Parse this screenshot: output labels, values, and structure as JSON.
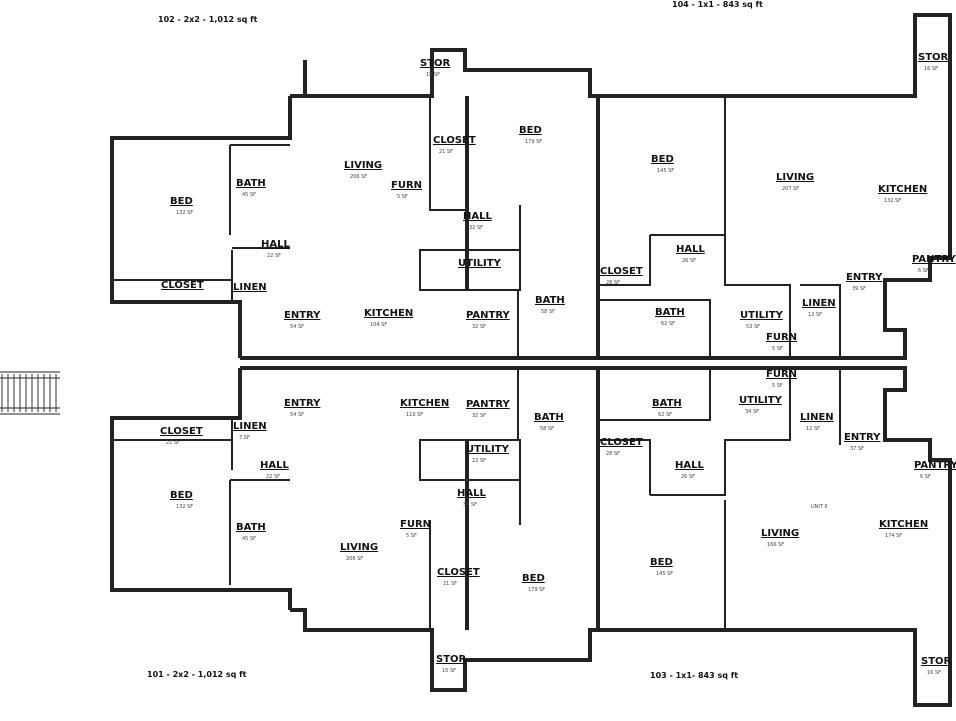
{
  "unit_titles": {
    "u102": "102 - 2x2 - 1,012 sq ft",
    "u104": "104 - 1x1 - 843 sq ft",
    "u101": "101 - 2x2 - 1,012 sq ft",
    "u103": "103 - 1x1- 843 sq ft"
  },
  "rooms": [
    {
      "id": "stor-102",
      "label": "STOR",
      "area": "15 SF"
    },
    {
      "id": "closet-102a",
      "label": "CLOSET",
      "area": "21 SF"
    },
    {
      "id": "bed-102a",
      "label": "BED",
      "area": "179 SF"
    },
    {
      "id": "living-102",
      "label": "LIVING",
      "area": "206 SF"
    },
    {
      "id": "furn-102",
      "label": "FURN",
      "area": "5 SF"
    },
    {
      "id": "bath-102a",
      "label": "BATH",
      "area": "45 SF"
    },
    {
      "id": "bed-102b",
      "label": "BED",
      "area": "132 SF"
    },
    {
      "id": "hall-102a",
      "label": "HALL",
      "area": "32 SF"
    },
    {
      "id": "hall-102b",
      "label": "HALL",
      "area": "22 SF"
    },
    {
      "id": "utility-102",
      "label": "UTILITY",
      "area": ""
    },
    {
      "id": "closet-102b",
      "label": "CLOSET",
      "area": ""
    },
    {
      "id": "linen-102",
      "label": "LINEN",
      "area": ""
    },
    {
      "id": "bath-102b",
      "label": "BATH",
      "area": "58 SF"
    },
    {
      "id": "entry-102",
      "label": "ENTRY",
      "area": "54 SF"
    },
    {
      "id": "kitchen-102",
      "label": "KITCHEN",
      "area": "104 SF"
    },
    {
      "id": "pantry-102",
      "label": "PANTRY",
      "area": "32 SF"
    },
    {
      "id": "stor-104",
      "label": "STOR",
      "area": "16 SF"
    },
    {
      "id": "bed-104",
      "label": "BED",
      "area": "145 SF"
    },
    {
      "id": "living-104",
      "label": "LIVING",
      "area": "207 SF"
    },
    {
      "id": "kitchen-104",
      "label": "KITCHEN",
      "area": "132 SF"
    },
    {
      "id": "hall-104",
      "label": "HALL",
      "area": "26 SF"
    },
    {
      "id": "closet-104",
      "label": "CLOSET",
      "area": "28 SF"
    },
    {
      "id": "pantry-104",
      "label": "PANTRY",
      "area": "6 SF"
    },
    {
      "id": "entry-104",
      "label": "ENTRY",
      "area": "39 SF"
    },
    {
      "id": "linen-104",
      "label": "LINEN",
      "area": "12 SF"
    },
    {
      "id": "bath-104",
      "label": "BATH",
      "area": "62 SF"
    },
    {
      "id": "utility-104",
      "label": "UTILITY",
      "area": "53 SF"
    },
    {
      "id": "furn-104",
      "label": "FURN",
      "area": "5 SF"
    },
    {
      "id": "entry-101",
      "label": "ENTRY",
      "area": "54 SF"
    },
    {
      "id": "kitchen-101",
      "label": "KITCHEN",
      "area": "110 SF"
    },
    {
      "id": "pantry-101",
      "label": "PANTRY",
      "area": "32 SF"
    },
    {
      "id": "bath-101a",
      "label": "BATH",
      "area": "58 SF"
    },
    {
      "id": "closet-101a",
      "label": "CLOSET",
      "area": "21 SF"
    },
    {
      "id": "linen-101",
      "label": "LINEN",
      "area": "7 SF"
    },
    {
      "id": "hall-101a",
      "label": "HALL",
      "area": "22 SF"
    },
    {
      "id": "bed-101a",
      "label": "BED",
      "area": "132 SF"
    },
    {
      "id": "bath-101b",
      "label": "BATH",
      "area": "45 SF"
    },
    {
      "id": "utility-101",
      "label": "UTILITY",
      "area": "22 SF"
    },
    {
      "id": "hall-101b",
      "label": "HALL",
      "area": "38 SF"
    },
    {
      "id": "furn-101",
      "label": "FURN",
      "area": "5 SF"
    },
    {
      "id": "living-101",
      "label": "LIVING",
      "area": "206 SF"
    },
    {
      "id": "closet-101b",
      "label": "CLOSET",
      "area": "21 SF"
    },
    {
      "id": "bed-101b",
      "label": "BED",
      "area": "179 SF"
    },
    {
      "id": "stor-101",
      "label": "STOR",
      "area": "15 SF"
    },
    {
      "id": "furn-103",
      "label": "FURN",
      "area": "5 SF"
    },
    {
      "id": "bath-103",
      "label": "BATH",
      "area": "62 SF"
    },
    {
      "id": "utility-103",
      "label": "UTILITY",
      "area": "34 SF"
    },
    {
      "id": "linen-103",
      "label": "LINEN",
      "area": "12 SF"
    },
    {
      "id": "entry-103",
      "label": "ENTRY",
      "area": "37 SF"
    },
    {
      "id": "closet-103",
      "label": "CLOSET",
      "area": "28 SF"
    },
    {
      "id": "hall-103",
      "label": "HALL",
      "area": "26 SF"
    },
    {
      "id": "pantry-103",
      "label": "PANTRY",
      "area": "6 SF"
    },
    {
      "id": "kitchen-103",
      "label": "KITCHEN",
      "area": "174 SF"
    },
    {
      "id": "living-103",
      "label": "LIVING",
      "area": "166 SF"
    },
    {
      "id": "bed-103",
      "label": "BED",
      "area": "145 SF"
    },
    {
      "id": "stor-103",
      "label": "STOR",
      "area": "16 SF"
    }
  ],
  "unit_tag": "UNIT 6"
}
